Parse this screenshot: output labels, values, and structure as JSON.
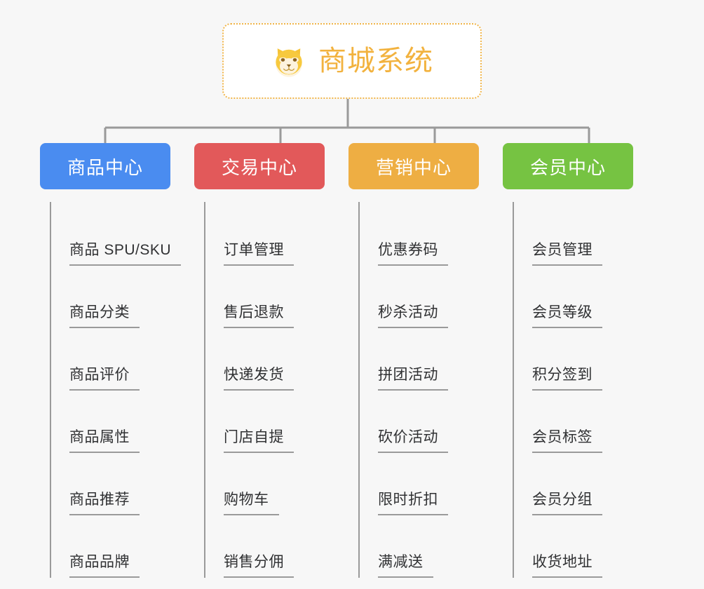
{
  "root": {
    "title": "商城系统",
    "icon": "shiba-dog-face-icon",
    "border_color": "#f0b54a",
    "text_color": "#f2b23e",
    "background": "#ffffff"
  },
  "canvas": {
    "background": "#f7f7f7",
    "connector_color": "#9a9a9a"
  },
  "branches": [
    {
      "label": "商品中心",
      "color": "#4a8cf0",
      "items": [
        "商品 SPU/SKU",
        "商品分类",
        "商品评价",
        "商品属性",
        "商品推荐",
        "商品品牌"
      ]
    },
    {
      "label": "交易中心",
      "color": "#e2595a",
      "items": [
        "订单管理",
        "售后退款",
        "快递发货",
        "门店自提",
        "购物车",
        "销售分佣"
      ]
    },
    {
      "label": "营销中心",
      "color": "#eeae43",
      "items": [
        "优惠券码",
        "秒杀活动",
        "拼团活动",
        "砍价活动",
        "限时折扣",
        "满减送"
      ]
    },
    {
      "label": "会员中心",
      "color": "#76c342",
      "items": [
        "会员管理",
        "会员等级",
        "积分签到",
        "会员标签",
        "会员分组",
        "收货地址"
      ]
    }
  ]
}
